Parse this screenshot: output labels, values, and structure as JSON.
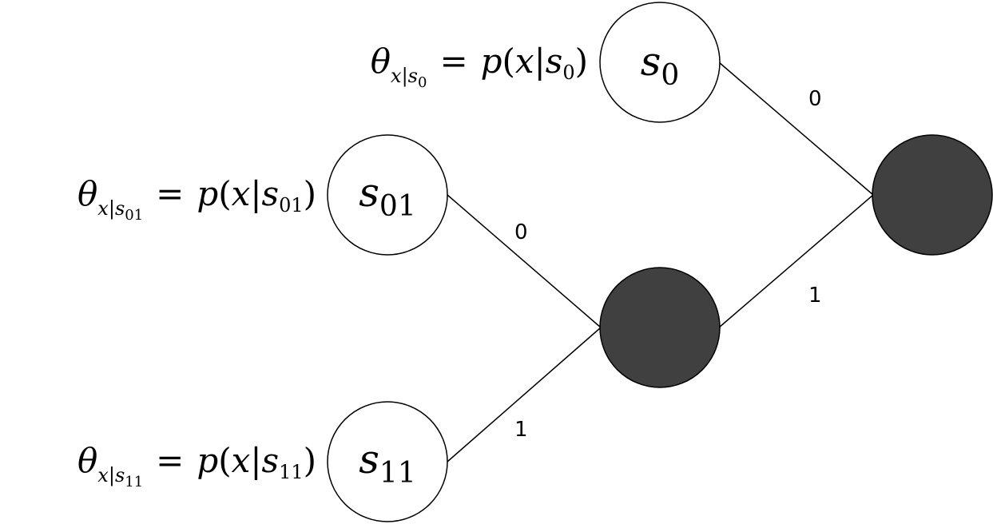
{
  "colors": {
    "internal_node_fill": "#404040",
    "leaf_node_fill": "#ffffff",
    "stroke": "#000000"
  },
  "nodes": {
    "s0": {
      "var": "s",
      "index": "0"
    },
    "s01": {
      "var": "s",
      "index": "01"
    },
    "s11": {
      "var": "s",
      "index": "11"
    }
  },
  "equations": {
    "s0": {
      "theta": "θ",
      "sub_x": "x",
      "sub_bar": "|",
      "sub_s": "s",
      "sub_index": "0",
      "equals": "=",
      "p": "p",
      "open_paren": "(",
      "x": "x",
      "bar": "|",
      "s": "s",
      "index": "0",
      "close_paren": ")"
    },
    "s01": {
      "theta": "θ",
      "sub_x": "x",
      "sub_bar": "|",
      "sub_s": "s",
      "sub_index": "01",
      "equals": "=",
      "p": "p",
      "open_paren": "(",
      "x": "x",
      "bar": "|",
      "s": "s",
      "index": "01",
      "close_paren": ")"
    },
    "s11": {
      "theta": "θ",
      "sub_x": "x",
      "sub_bar": "|",
      "sub_s": "s",
      "sub_index": "11",
      "equals": "=",
      "p": "p",
      "open_paren": "(",
      "x": "x",
      "bar": "|",
      "s": "s",
      "index": "11",
      "close_paren": ")"
    }
  },
  "edges": {
    "root_to_s0": "0",
    "root_to_inner": "1",
    "inner_to_s01": "0",
    "inner_to_s11": "1"
  }
}
